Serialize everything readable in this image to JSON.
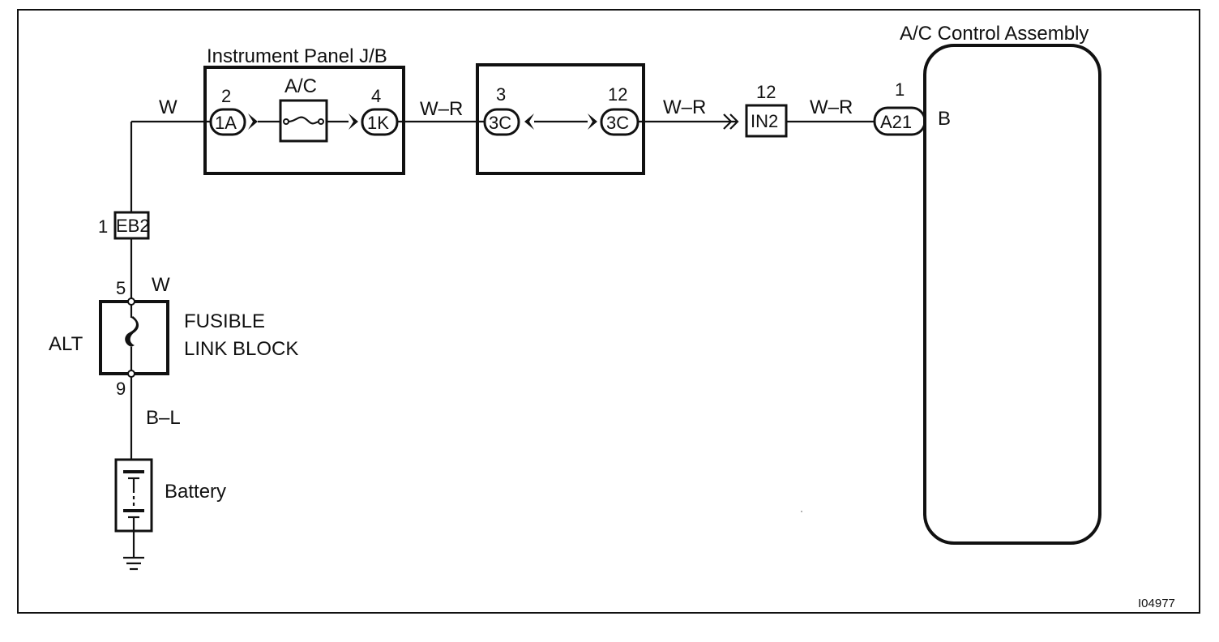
{
  "labels": {
    "ic_jb": "Instrument Panel J/B",
    "ac_control": "A/C Control Assembly",
    "fuse_ac": "A/C",
    "fusible_line1": "FUSIBLE",
    "fusible_line2": "LINK BLOCK",
    "alt": "ALT",
    "battery": "Battery",
    "figure_id": "I04977"
  },
  "wires": {
    "w_top": "W",
    "w_mid": "W",
    "bl": "B–L",
    "wr1": "W–R",
    "wr2": "W–R",
    "wr3": "W–R"
  },
  "connectors": {
    "c_1a": "1A",
    "c_1k": "1K",
    "c_3c_left": "3C",
    "c_3c_right": "3C",
    "c_in2": "IN2",
    "c_a21": "A21",
    "c_eb2": "EB2"
  },
  "pins": {
    "p_1a": "2",
    "p_1k": "4",
    "p_3c_left": "3",
    "p_3c_right": "12",
    "p_in2": "12",
    "p_a21": "1",
    "p_eb2": "1",
    "p_fl_top": "5",
    "p_fl_bottom": "9",
    "terminal_b": "B"
  }
}
